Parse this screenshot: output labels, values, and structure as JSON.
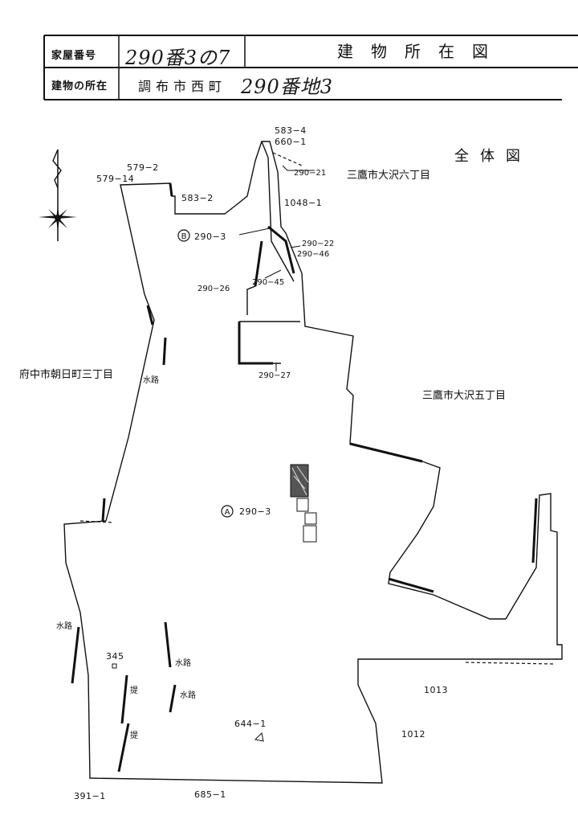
{
  "header": {
    "house_number_label": "家屋番号",
    "house_number_value": "290番3の7",
    "location_label": "建物の所在",
    "location_typed": "調布市西町",
    "location_handwritten": "290番地3",
    "title": "建物所在図",
    "overview_label": "全体図"
  },
  "map": {
    "neighbors": {
      "west": "府中市朝日町三丁目",
      "east": "三鷹市大沢五丁目",
      "northeast": "三鷹市大沢六丁目"
    },
    "parcels": {
      "p583_4": "583−4",
      "p660_1": "660−1",
      "p579_2": "579−2",
      "p579_14": "579−14",
      "p583_2": "583−2",
      "p290_21": "290−21",
      "p1048_1": "1048−1",
      "p290_3_b": "290−3",
      "p290_22": "290−22",
      "p290_46": "290−46",
      "p290_26": "290−26",
      "p290_45": "290−45",
      "p290_27": "290−27",
      "p290_3_a": "290−3",
      "p345": "345",
      "p1013": "1013",
      "p644_1": "644−1",
      "p1012": "1012",
      "p391_1": "391−1",
      "p685_1": "685−1"
    },
    "markers": {
      "a": "A",
      "b": "B"
    },
    "waterway": "水路",
    "embankment": "提"
  }
}
